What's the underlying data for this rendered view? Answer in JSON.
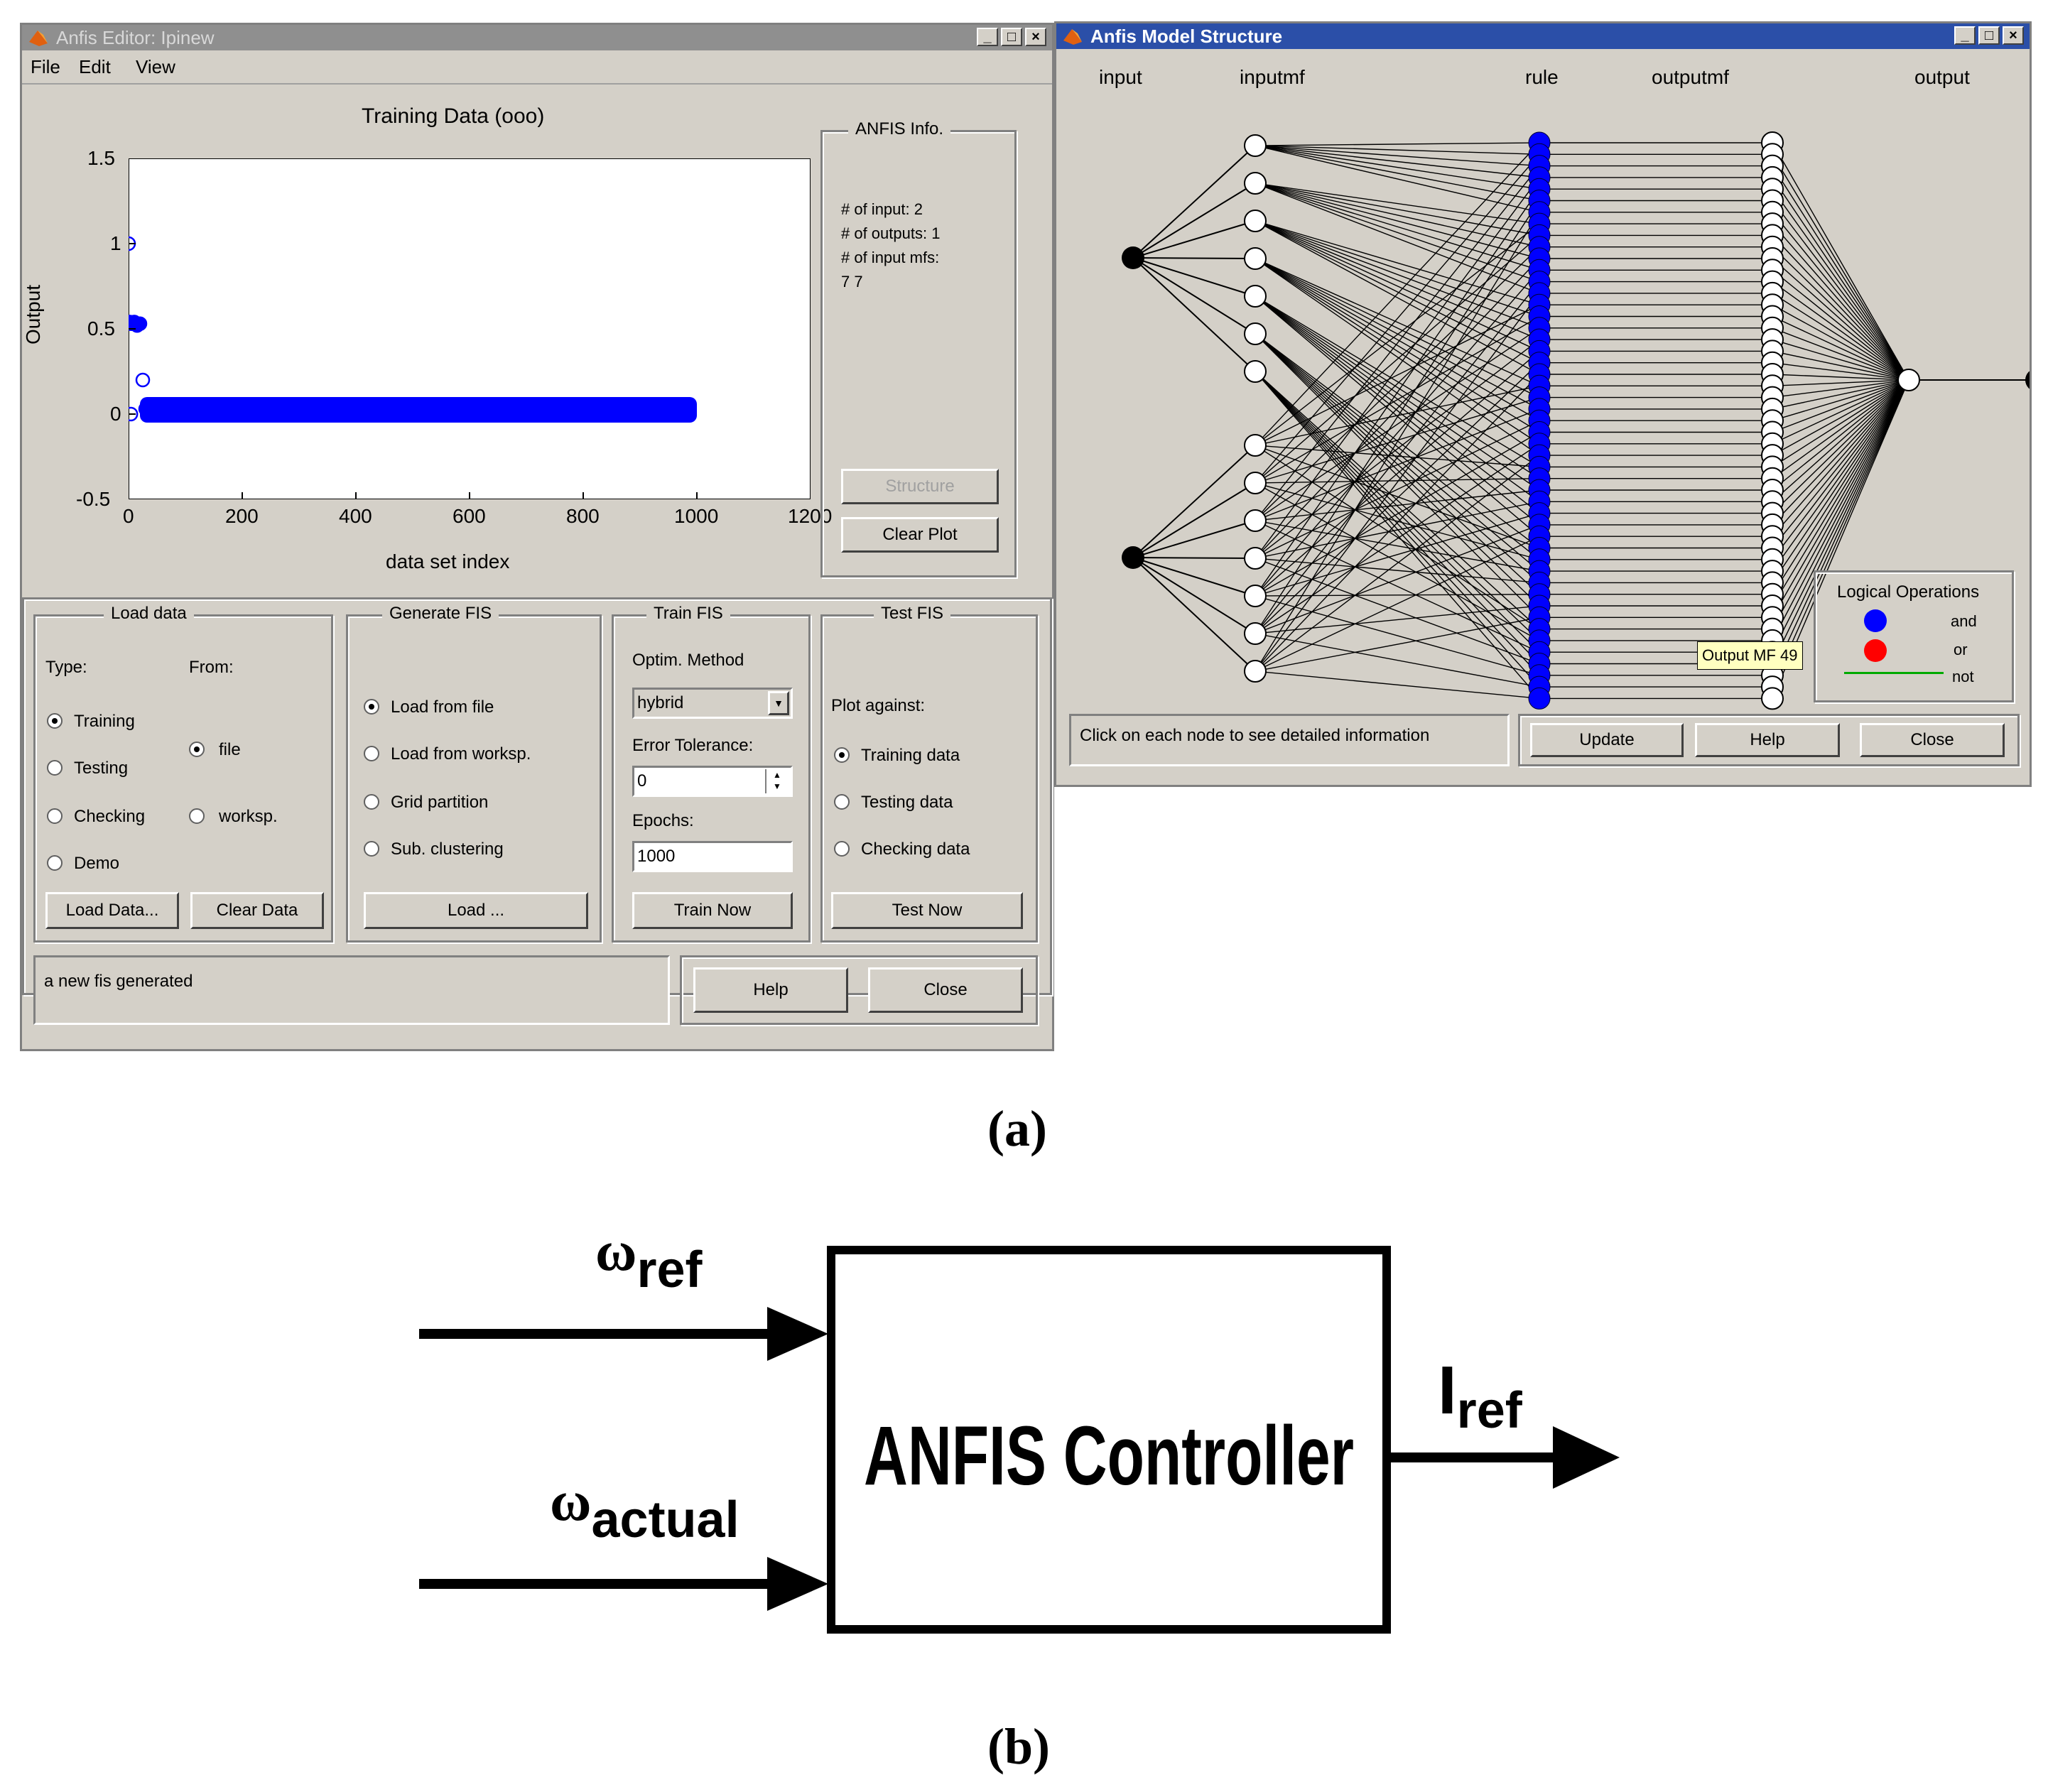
{
  "editor": {
    "title": "Anfis Editor: Ipinew",
    "menu": [
      "File",
      "Edit",
      "View"
    ],
    "chart_data": {
      "type": "scatter",
      "title": "Training Data (ooo)",
      "xlabel": "data set index",
      "ylabel": "Output",
      "xlim": [
        0,
        1200
      ],
      "ylim": [
        -0.5,
        1.5
      ],
      "xticks": [
        "0",
        "200",
        "400",
        "600",
        "800",
        "1000",
        "1200"
      ],
      "yticks": [
        "1.5",
        "1",
        "0.5",
        "0",
        "-0.5"
      ],
      "grid": false,
      "series": [
        {
          "color": "#0000ff",
          "points": [
            [
              0,
              1.0
            ],
            [
              2,
              0.54
            ],
            [
              5,
              0.53
            ],
            [
              10,
              0.54
            ],
            [
              15,
              0.52
            ],
            [
              20,
              0.53
            ],
            [
              25,
              0.2
            ],
            [
              4,
              0.0
            ],
            [
              30,
              0.03
            ]
          ],
          "band": {
            "x_start": 20,
            "x_end": 1000,
            "y_low": -0.05,
            "y_high": 0.1
          }
        }
      ]
    },
    "info": {
      "title": "ANFIS Info.",
      "lines": [
        "# of input: 2",
        "# of outputs: 1",
        "# of input mfs:",
        "7  7"
      ],
      "structure_button": "Structure",
      "clear_plot_button": "Clear Plot"
    },
    "load_data": {
      "title": "Load data",
      "type_label": "Type:",
      "from_label": "From:",
      "types": [
        "Training",
        "Testing",
        "Checking",
        "Demo"
      ],
      "sources": [
        "file",
        "worksp."
      ],
      "load_button": "Load Data...",
      "clear_button": "Clear Data"
    },
    "generate_fis": {
      "title": "Generate FIS",
      "options": [
        "Load from file",
        "Load from worksp.",
        "Grid partition",
        "Sub. clustering"
      ],
      "load_button": "Load ..."
    },
    "train_fis": {
      "title": "Train FIS",
      "method_label": "Optim. Method",
      "method_value": "hybrid",
      "tolerance_label": "Error Tolerance:",
      "tolerance_value": "0",
      "epochs_label": "Epochs:",
      "epochs_value": "1000",
      "train_button": "Train Now"
    },
    "test_fis": {
      "title": "Test FIS",
      "plot_label": "Plot against:",
      "options": [
        "Training data",
        "Testing data",
        "Checking data"
      ],
      "test_button": "Test Now"
    },
    "status": "a new fis generated",
    "help_button": "Help",
    "close_button": "Close"
  },
  "structure": {
    "title": "Anfis Model Structure",
    "layers": [
      "input",
      "inputmf",
      "rule",
      "outputmf",
      "output"
    ],
    "tooltip": "Output MF 49",
    "logical": {
      "title": "Logical Operations",
      "items": [
        "and",
        "or",
        "not"
      ],
      "colors": [
        "#0000ff",
        "#ff0000",
        "#00aa00"
      ]
    },
    "status": "Click on each node to see detailed information",
    "update_button": "Update",
    "help_button": "Help",
    "close_button": "Close"
  },
  "block": {
    "input1_main": "ω",
    "input1_sub": "ref",
    "input2_main": "ω",
    "input2_sub": "actual",
    "box_label": "ANFIS Controller",
    "output_main": "I",
    "output_sub": "ref"
  },
  "captions": [
    "(a)",
    "(b)"
  ]
}
